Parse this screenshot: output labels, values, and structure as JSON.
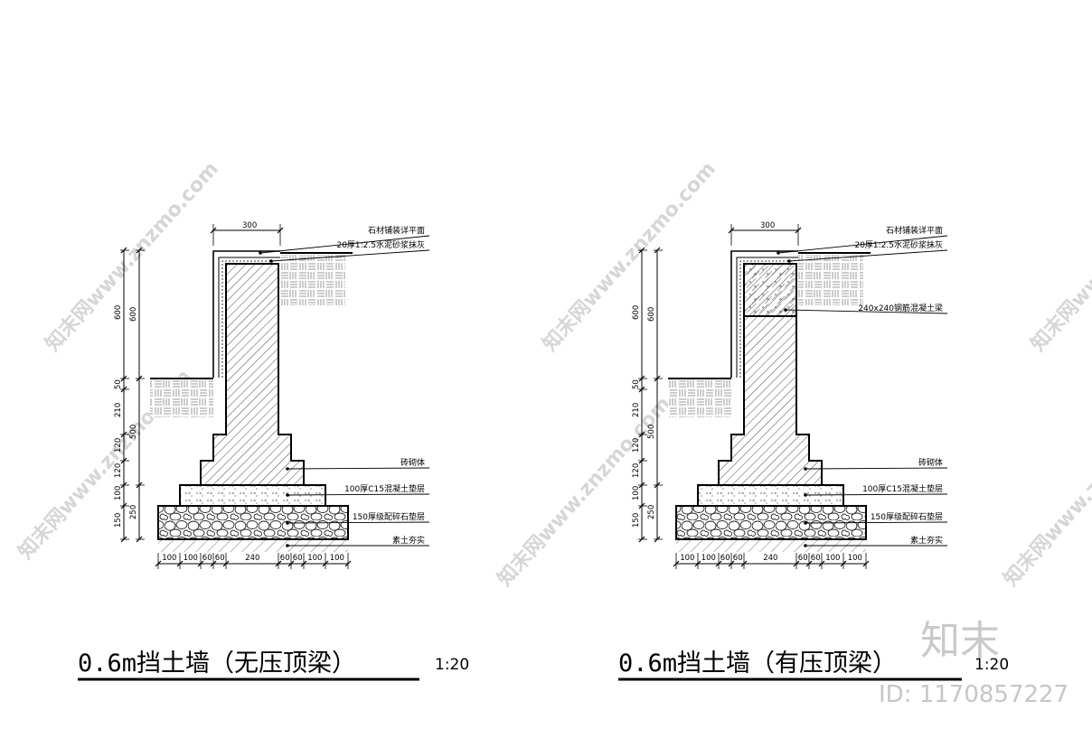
{
  "watermark": {
    "text": "知末网www.znzmo.com",
    "brand": "知末",
    "id_text": "ID: 1170857227"
  },
  "drawings": [
    {
      "title": "0.6m挡土墙（无压顶梁）",
      "scale": "1:20",
      "top_dim": "300",
      "labels": {
        "stone": "石材铺装详平面",
        "mortar": "20厚1:2.5水泥砂浆抹灰",
        "brick": "砖砌体",
        "concrete": "100厚C15混凝土垫层",
        "gravel": "150厚级配碎石垫层",
        "soil": "素土夯实"
      },
      "left_dims_outer": [
        "600",
        "500",
        "250"
      ],
      "left_dims_inner": [
        "600",
        "50",
        "210",
        "120",
        "120",
        "100",
        "150"
      ],
      "bottom_dims": [
        "100",
        "100",
        "60",
        "60",
        "240",
        "60",
        "60",
        "100",
        "100"
      ]
    },
    {
      "title": "0.6m挡土墙（有压顶梁）",
      "scale": "1:20",
      "top_dim": "300",
      "labels": {
        "stone": "石材铺装详平面",
        "mortar": "20厚1:2.5水泥砂浆抹灰",
        "beam": "240x240钢筋混凝土梁",
        "brick": "砖砌体",
        "concrete": "100厚C15混凝土垫层",
        "gravel": "150厚级配碎石垫层",
        "soil": "素土夯实"
      },
      "left_dims_outer": [
        "600",
        "500",
        "250"
      ],
      "left_dims_inner": [
        "600",
        "50",
        "210",
        "120",
        "120",
        "100",
        "150"
      ],
      "bottom_dims": [
        "100",
        "100",
        "60",
        "60",
        "240",
        "60",
        "60",
        "100",
        "100"
      ]
    }
  ]
}
